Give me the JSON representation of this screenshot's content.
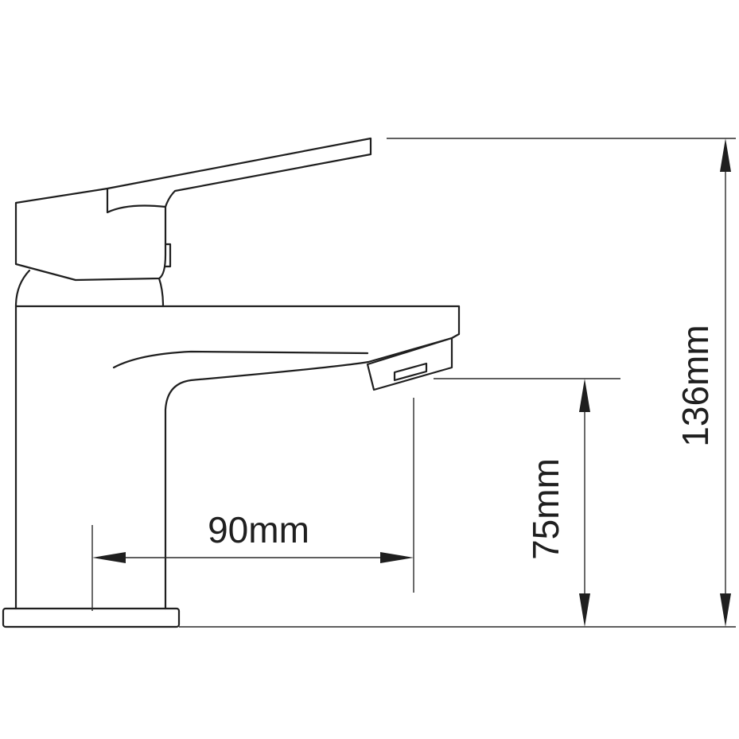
{
  "diagram": {
    "dimensions": {
      "spout_reach": "90mm",
      "spout_height": "75mm",
      "total_height": "136mm"
    },
    "colors": {
      "line": "#1f1f1f",
      "background": "#ffffff"
    }
  }
}
